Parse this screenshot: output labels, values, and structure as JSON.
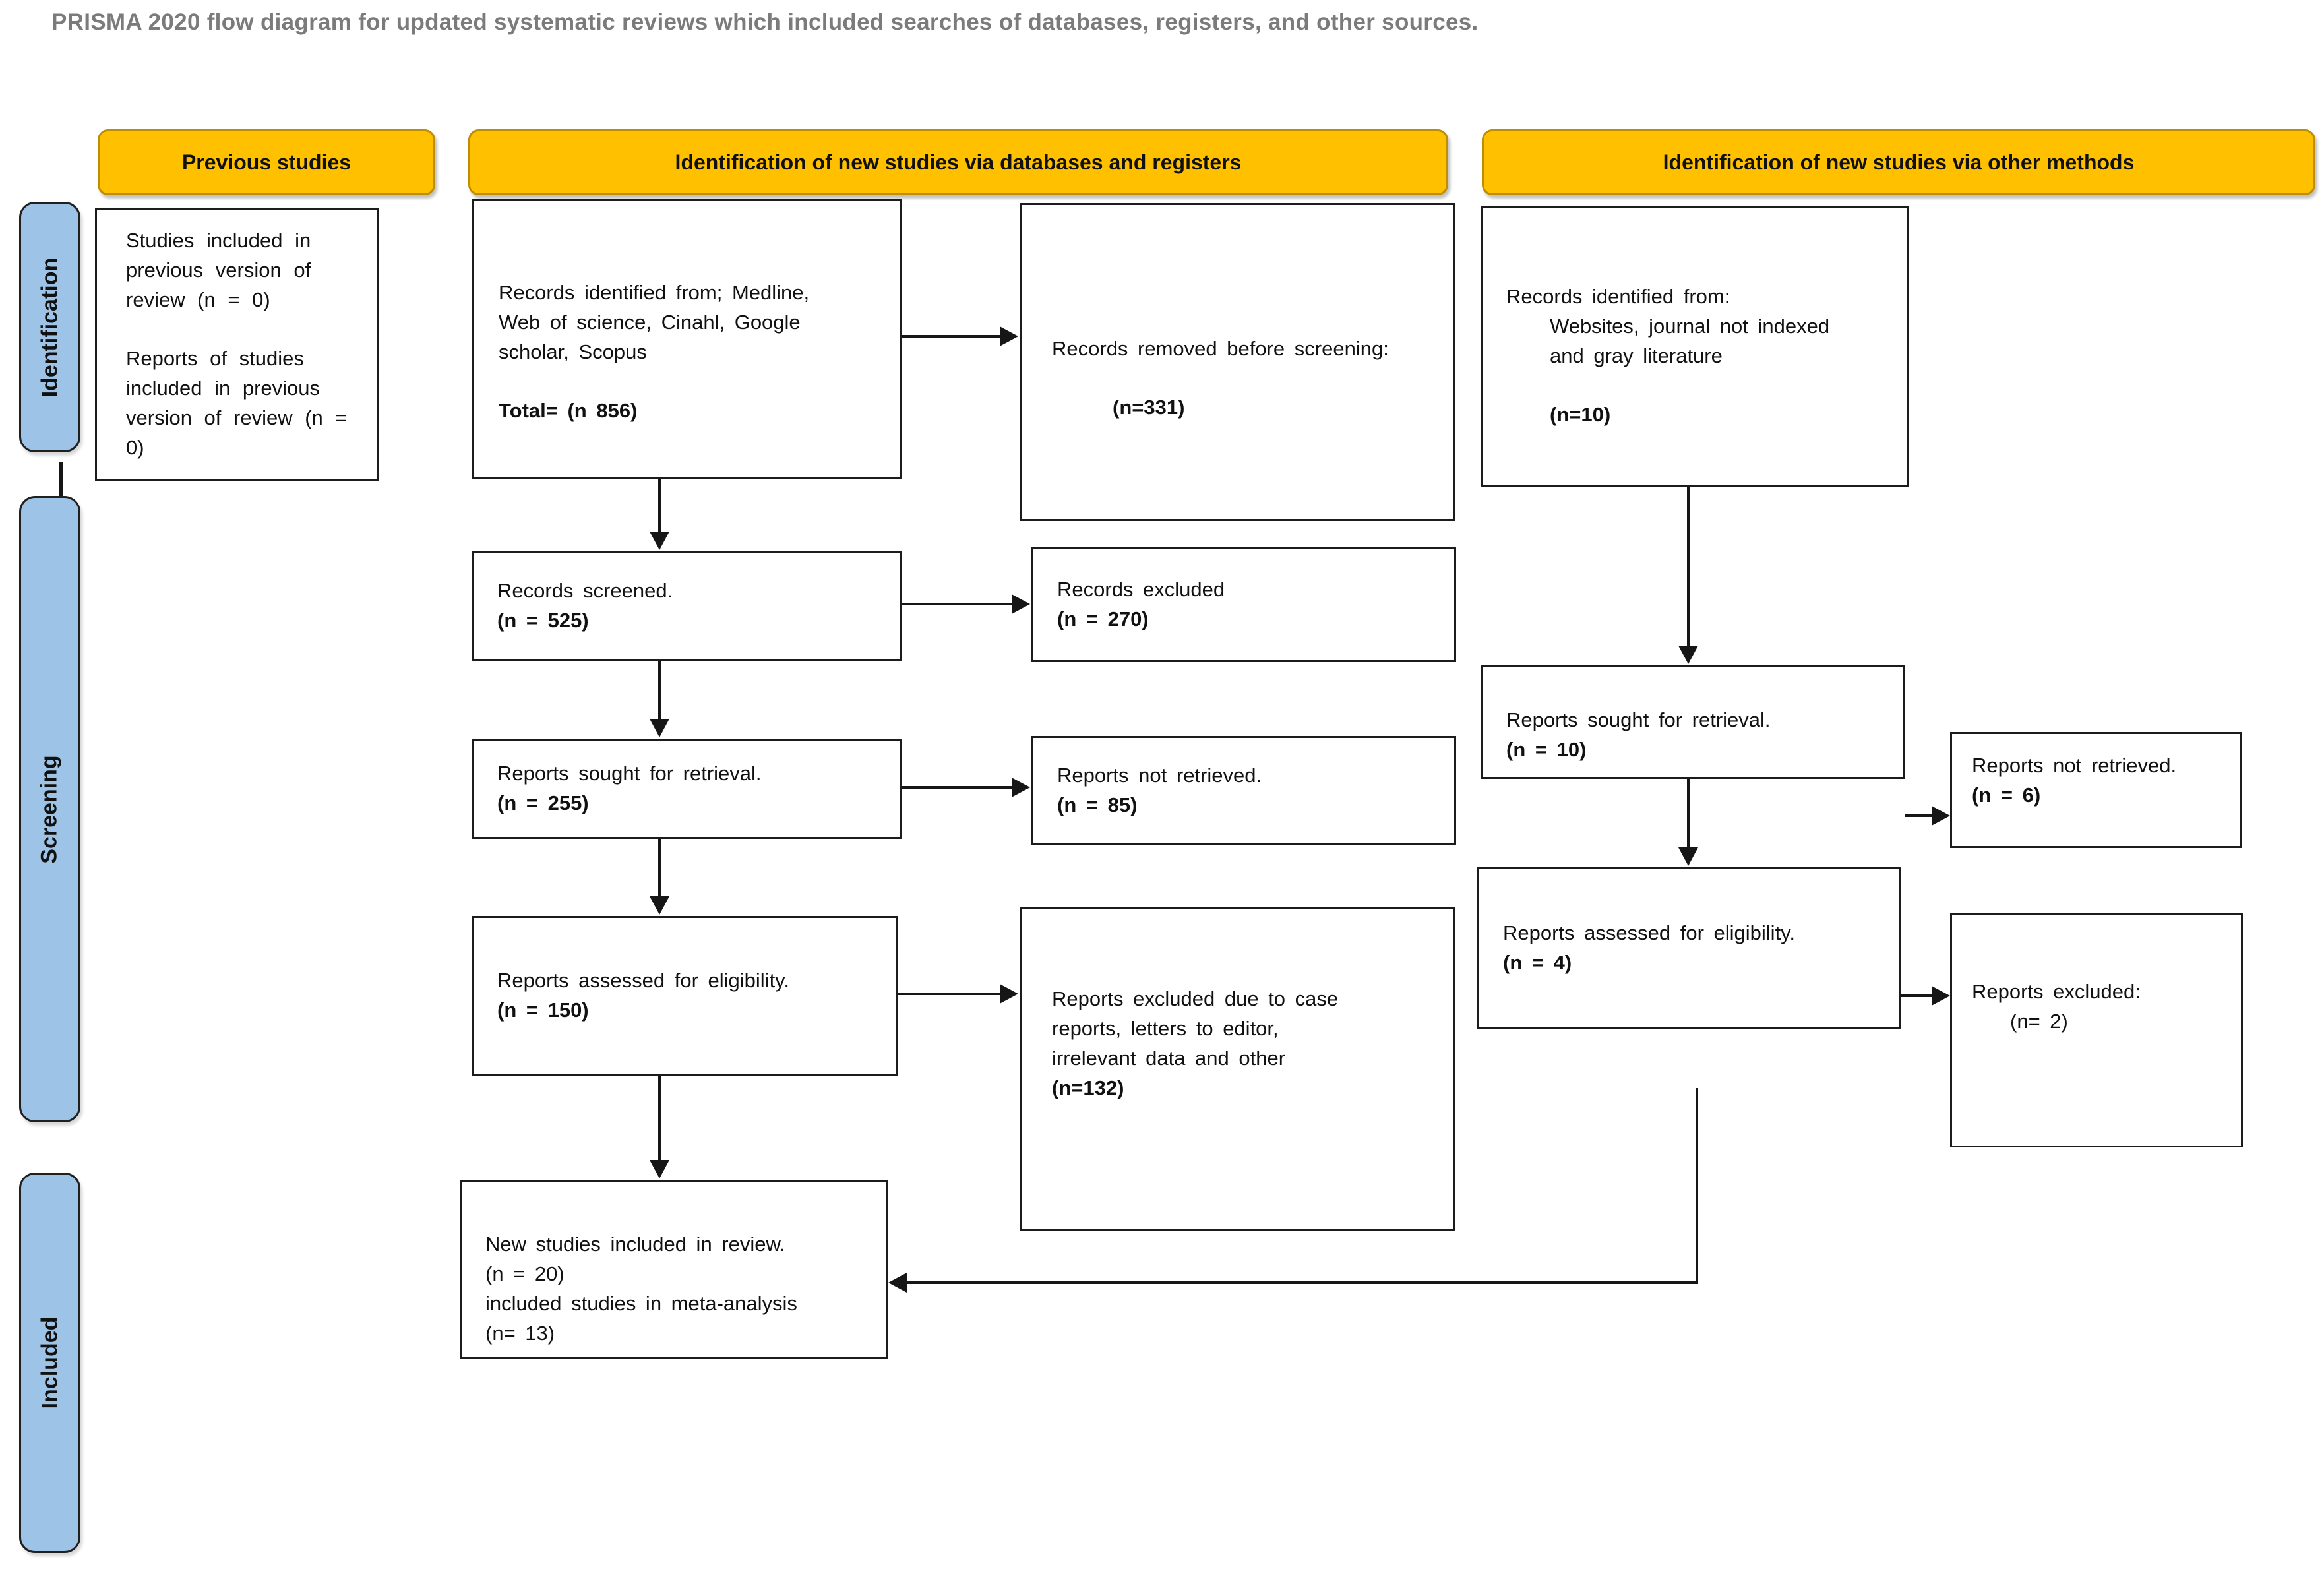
{
  "title": "PRISMA 2020 flow diagram for updated systematic reviews which included searches of databases, registers, and other sources.",
  "colors": {
    "header_fill": "#FFC000",
    "header_border": "#BD8E00",
    "stage_fill": "#9DC3E6",
    "line": "#161616",
    "title_text": "#7B7B7B"
  },
  "headers": {
    "previous": "Previous studies",
    "databases": "Identification of new studies via databases and registers",
    "other_methods": "Identification of new studies via other methods"
  },
  "stages": {
    "identification": "Identification",
    "screening": "Screening",
    "included": "Included"
  },
  "boxes": {
    "previous_studies": {
      "p1": "Studies included in previous version of review (n = 0)",
      "p2": "Reports of studies included in previous version of review (n = 0)"
    },
    "records_identified_databases": {
      "p1": "Records identified from; Medline, Web of science, Cinahl, Google scholar, Scopus",
      "total": "Total= (n 856)"
    },
    "records_removed": {
      "label": "Records removed before screening:",
      "n": "(n=331)"
    },
    "records_identified_other": {
      "intro": "Records identified from:",
      "detail": "Websites, journal not indexed and gray literature",
      "n": "(n=10)"
    },
    "records_screened": {
      "label": "Records screened.",
      "n": "(n = 525)"
    },
    "records_excluded": {
      "label": "Records excluded",
      "n": "(n = 270)"
    },
    "reports_sought_db": {
      "label": "Reports sought for retrieval.",
      "n": "(n = 255)"
    },
    "reports_not_retrieved_db": {
      "label": "Reports not retrieved.",
      "n": "(n = 85)"
    },
    "reports_assessed_db": {
      "label": "Reports assessed for eligibility.",
      "n": "(n = 150)"
    },
    "reports_excluded_reasons": {
      "label": "Reports excluded due to case reports, letters to editor, irrelevant data and other",
      "n": "(n=132)"
    },
    "new_studies_included": {
      "l1": "New studies included in review.",
      "l2": "(n = 20)",
      "l3": "included studies in meta-analysis",
      "l4": "(n= 13)"
    },
    "reports_sought_other": {
      "label": "Reports sought for retrieval.",
      "n": "(n = 10)"
    },
    "reports_not_retrieved_other": {
      "label": "Reports not retrieved.",
      "n": "(n = 6)"
    },
    "reports_assessed_other": {
      "label": "Reports assessed for eligibility.",
      "n": "(n = 4)"
    },
    "reports_excluded_other": {
      "label": "Reports excluded:",
      "n": "(n= 2)"
    }
  }
}
